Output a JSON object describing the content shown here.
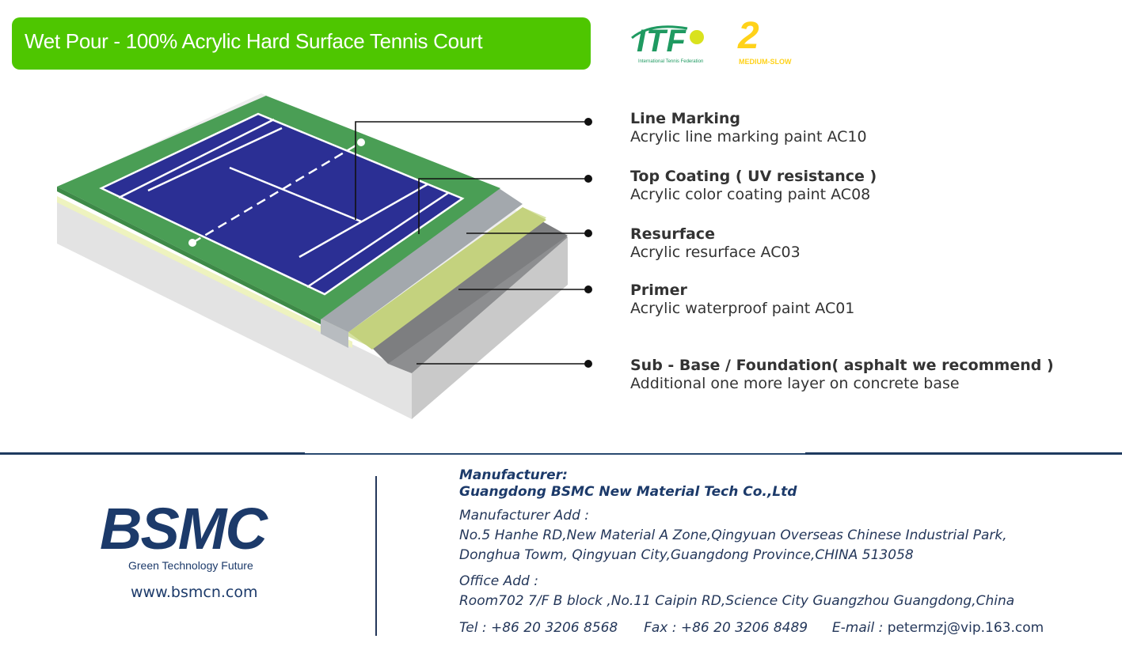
{
  "title": "Wet Pour - 100% Acrylic  Hard Surface Tennis Court",
  "badges": {
    "itf_mark": "ITF",
    "itf_full": "International Tennis Federation",
    "speed_number": "2",
    "speed_label": "MEDIUM-SLOW"
  },
  "layers": [
    {
      "name": "Line Marking",
      "desc": "Acrylic line marking paint AC10"
    },
    {
      "name": "Top Coating ( UV resistance )",
      "desc": "Acrylic color coating paint AC08"
    },
    {
      "name": "Resurface",
      "desc": "Acrylic resurface AC03"
    },
    {
      "name": "Primer",
      "desc": "Acrylic waterproof paint AC01"
    },
    {
      "name": "Sub - Base / Foundation( asphalt we recommend )",
      "desc": "Additional one more layer on concrete base"
    }
  ],
  "colors": {
    "court": "#2b2f94",
    "surround": "#4a9e55",
    "resurface": "#9a9fa4",
    "primer": "#c4d27e",
    "base": "#7d7e80",
    "concrete": "#dcdcdc",
    "title_bar": "#4ec600",
    "brand": "#1c3a6a"
  },
  "company": {
    "logo": "BSMC",
    "tagline": "Green Technology Future",
    "website": "www.bsmcn.com",
    "manufacturer_label": "Manufacturer:",
    "manufacturer_name": "Guangdong BSMC New Material Tech Co.,Ltd",
    "address_label": "Manufacturer Add :",
    "address_line1": "No.5 Hanhe RD,New Material A Zone,Qingyuan Overseas Chinese Industrial Park,",
    "address_line2": "Donghua Towm, Qingyuan City,Guangdong Province,CHINA 513058",
    "office_label": "Office Add :",
    "office_line": "Room702 7/F B block ,No.11 Caipin RD,Science City Guangzhou Guangdong,China",
    "tel": "Tel : +86 20 3206 8568",
    "fax": "Fax : +86 20 3206 8489",
    "email_label": "E-mail :",
    "email": "petermzj@vip.163.com"
  }
}
